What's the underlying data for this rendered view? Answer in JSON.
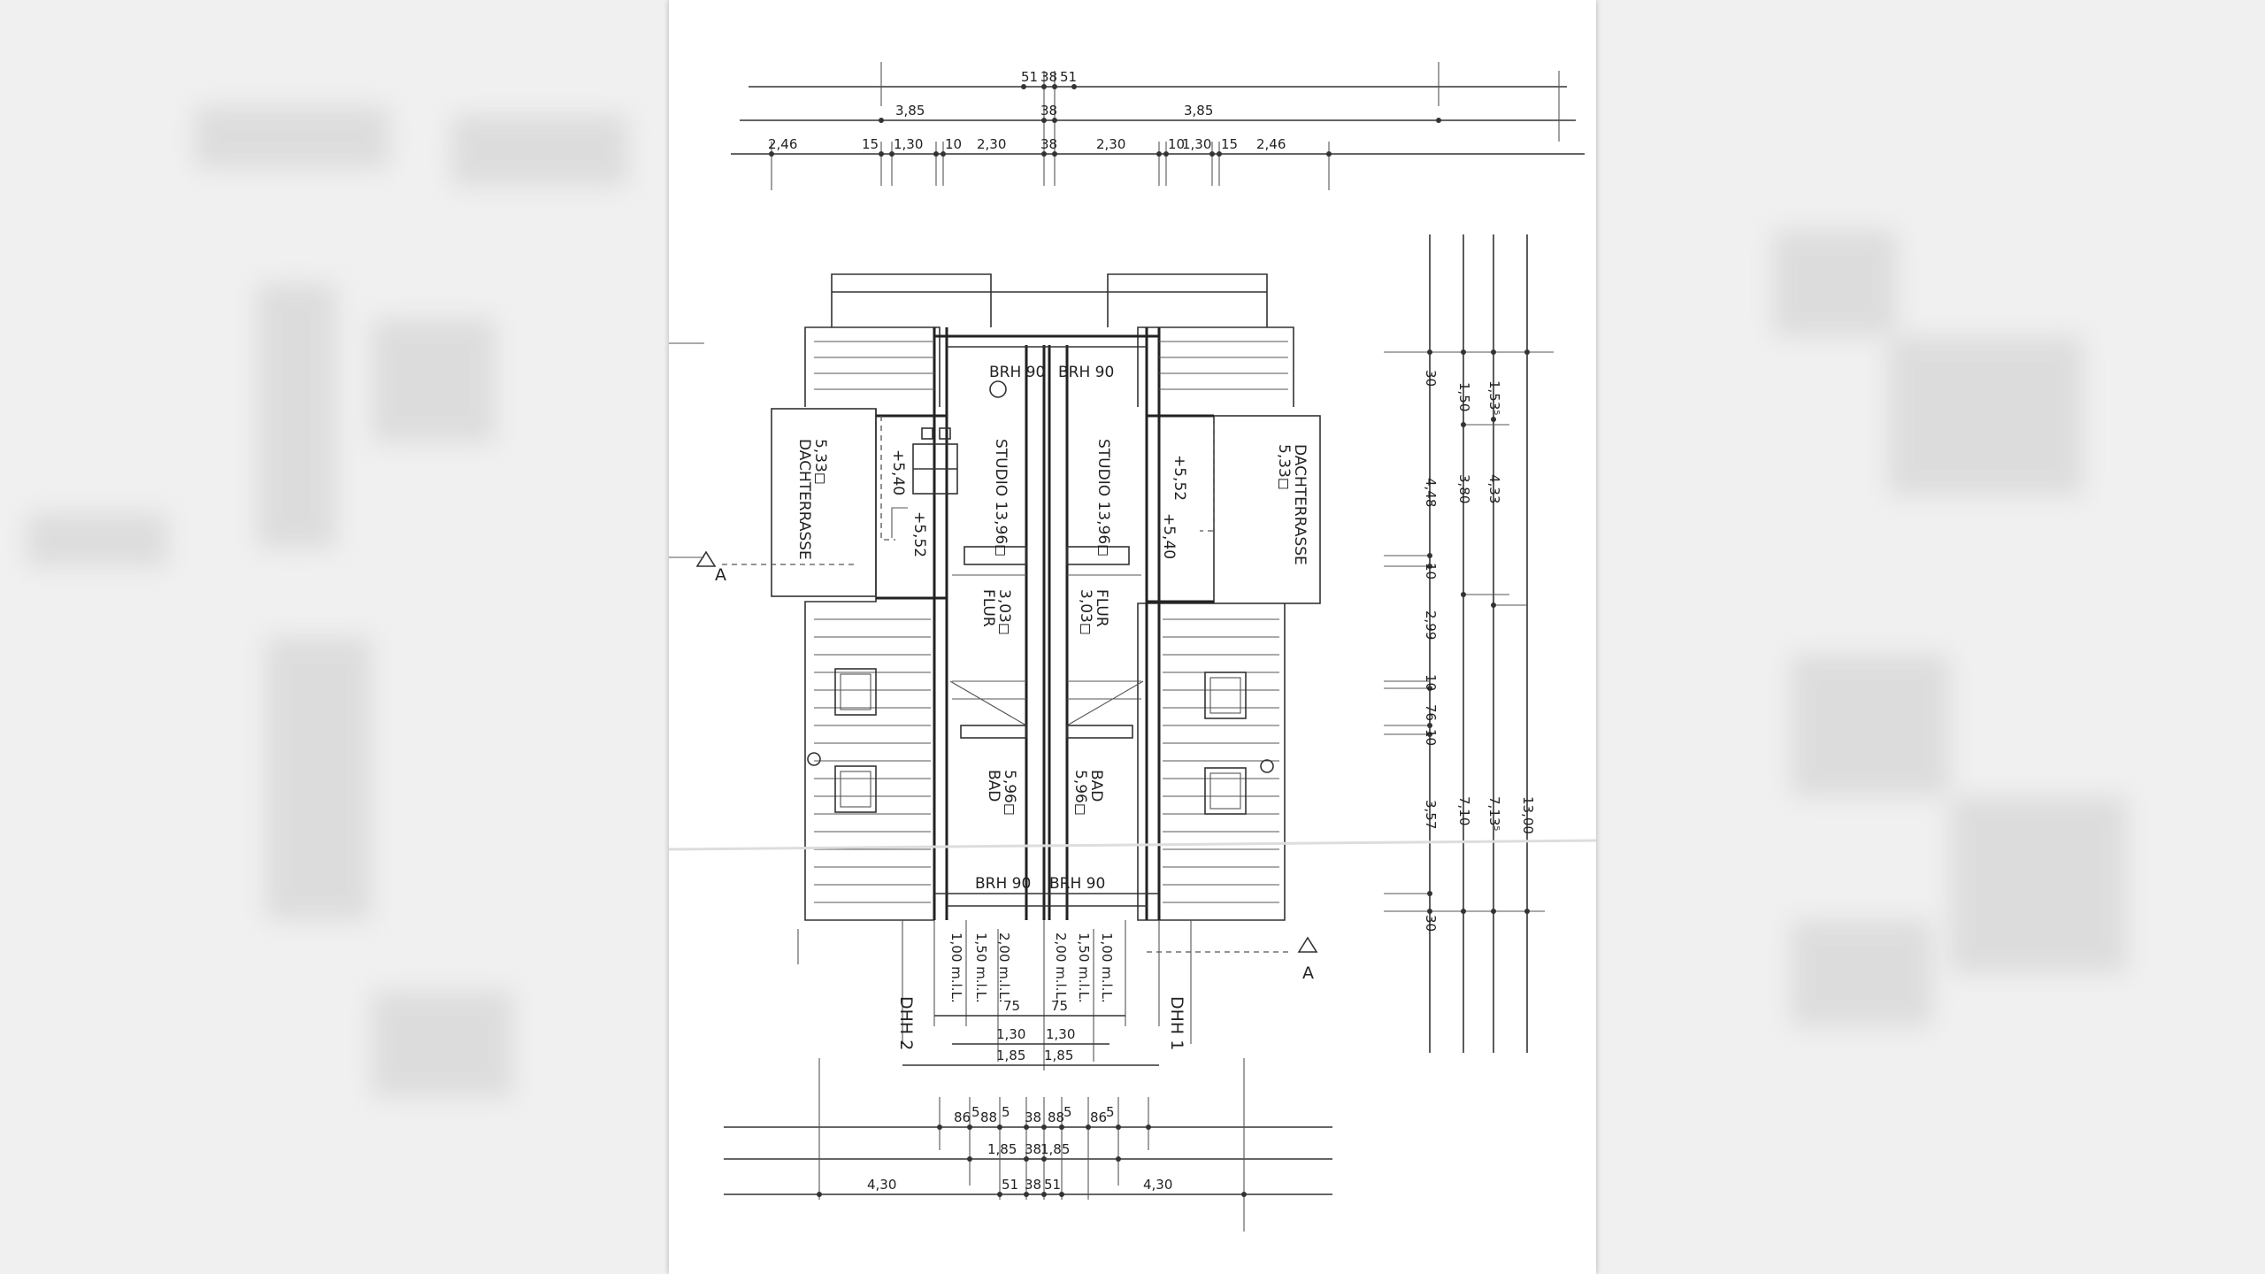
{
  "plan": {
    "top_dims": {
      "row1": [
        "51",
        "38",
        "51"
      ],
      "row2": [
        "3,85",
        "38",
        "3,85"
      ],
      "row3": [
        "2,46",
        "15",
        "1,30",
        "10",
        "2,30",
        "38",
        "2,30",
        "10",
        "1,30",
        "15",
        "2,46"
      ]
    },
    "rooms": {
      "left_terrace": {
        "name": "DACHTERRASSE",
        "area": "5,33◻"
      },
      "left_studio": {
        "name": "STUDIO 13,96◻"
      },
      "left_level_a": "+5,40",
      "left_level_b": "+5,52",
      "left_flur": {
        "name": "FLUR",
        "area": "3,03◻"
      },
      "left_bad": {
        "name": "BAD",
        "area": "5,96◻"
      },
      "right_terrace": {
        "name": "DACHTERRASSE",
        "area": "5,33◻"
      },
      "right_studio": {
        "name": "STUDIO 13,96◻"
      },
      "right_level_a": "+5,52",
      "right_level_b": "+5,40",
      "right_flur": {
        "name": "FLUR",
        "area": "3,03◻"
      },
      "right_bad": {
        "name": "BAD",
        "area": "5,96◻"
      }
    },
    "brh": {
      "top_left": "BRH 90",
      "top_right": "BRH 90",
      "bottom_left": "BRH 90",
      "bottom_right": "BRH 90"
    },
    "section_marker": "A",
    "houses": {
      "left": "DHH 2",
      "right": "DHH 1"
    },
    "stair_dims": {
      "left": [
        "1,00 m.l.L.",
        "1,50 m.l.L.",
        "2,00 m.l.L."
      ],
      "right": [
        "2,00 m.l.L.",
        "1,50 m.l.L.",
        "1,00 m.l.L."
      ],
      "row_75": [
        "75",
        "75"
      ],
      "row_130": [
        "1,30",
        "1,30"
      ],
      "row_185": [
        "1,85",
        "1,85"
      ]
    },
    "bottom_dims": {
      "row1": [
        "86",
        "5",
        "88",
        "5",
        "38",
        "88",
        "5",
        "86",
        "5"
      ],
      "row2": [
        "1,85",
        "38",
        "1,85"
      ],
      "row3": [
        "4,30",
        "51",
        "38",
        "51",
        "4,30"
      ]
    },
    "right_dims": {
      "col1": [
        "30",
        "4,48",
        "10",
        "2,99",
        "10",
        "76",
        "10",
        "3,57",
        "30"
      ],
      "col2": [
        "1,50",
        "3,80",
        "7,10"
      ],
      "col3": [
        "1,53⁵",
        "4,33",
        "7,13⁵"
      ],
      "col4": [
        "13,00"
      ]
    }
  }
}
